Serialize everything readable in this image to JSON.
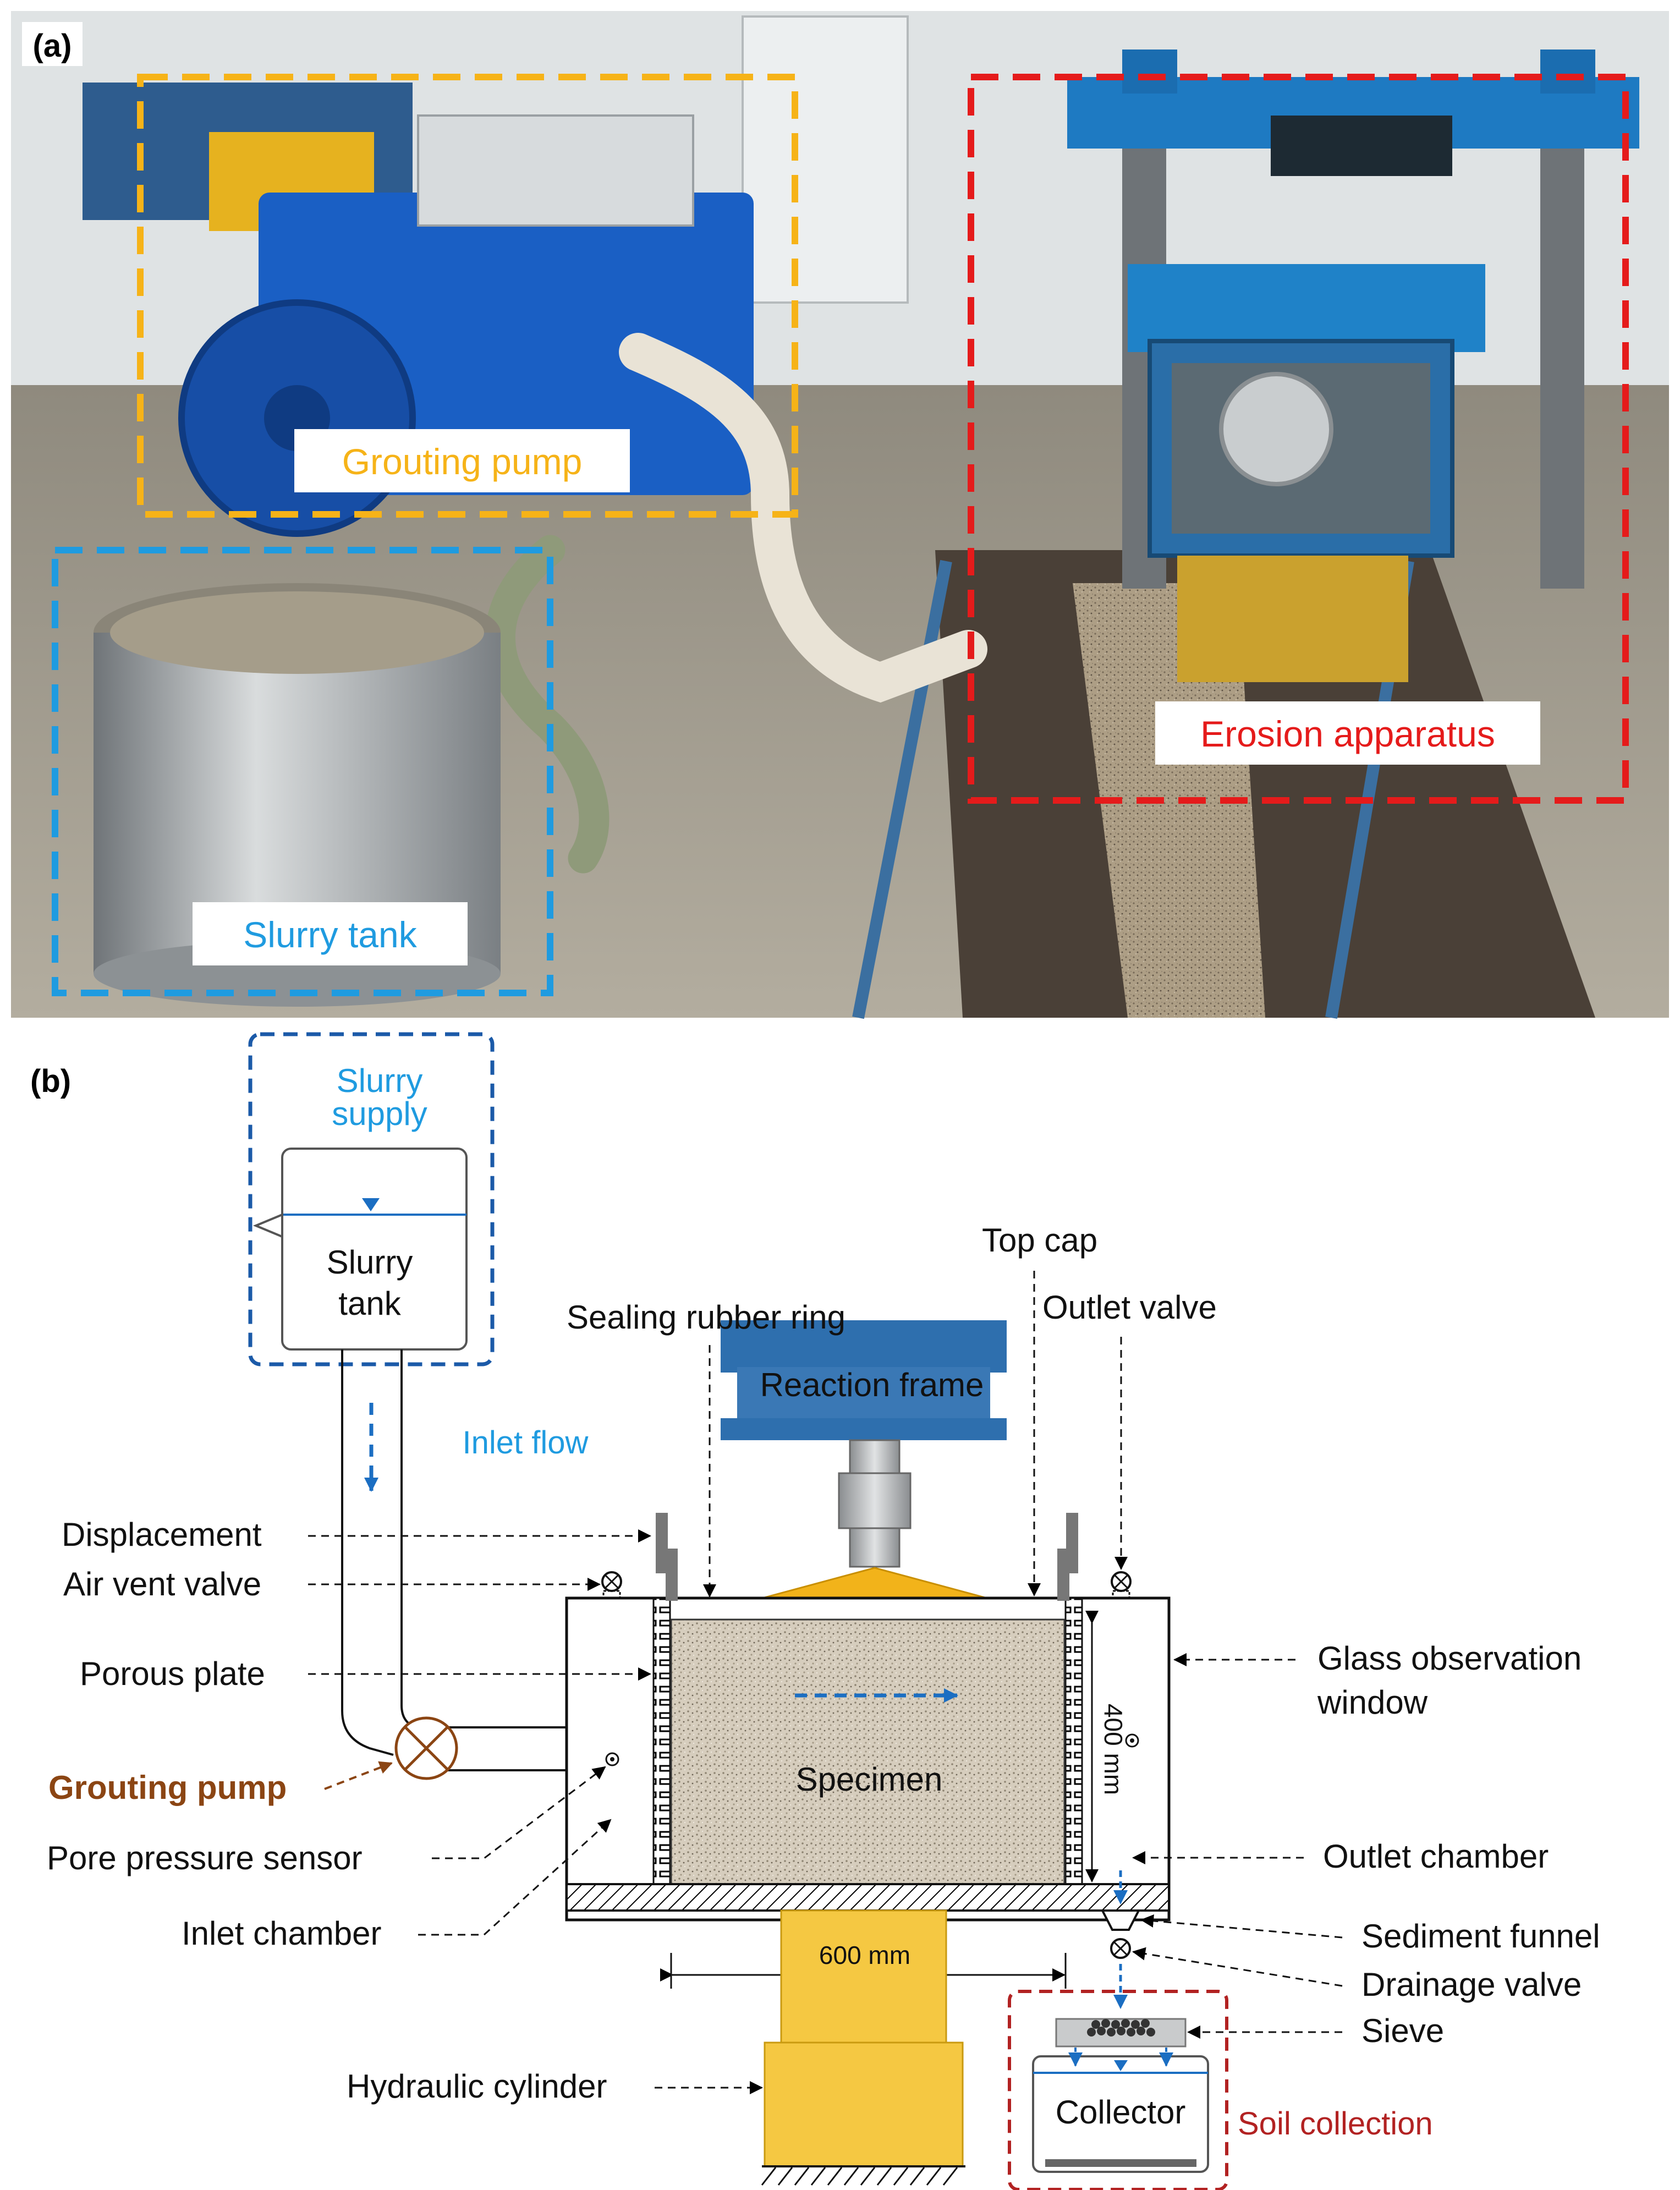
{
  "panel_a": {
    "label": "(a)",
    "annotations": {
      "grouting_pump": "Grouting pump",
      "slurry_tank": "Slurry tank",
      "erosion_apparatus": "Erosion apparatus"
    }
  },
  "panel_b": {
    "label": "(b)",
    "labels": {
      "slurry_supply_1": "Slurry",
      "slurry_supply_2": "supply",
      "slurry_tank_1": "Slurry",
      "slurry_tank_2": "tank",
      "inlet_flow": "Inlet flow",
      "reaction_frame": "Reaction frame",
      "top_cap": "Top cap",
      "sealing_ring": "Sealing rubber ring",
      "outlet_valve": "Outlet valve",
      "displacement": "Displacement",
      "air_vent_valve": "Air vent valve",
      "porous_plate": "Porous plate",
      "grouting_pump": "Grouting pump",
      "pore_pressure_sensor": "Pore pressure sensor",
      "inlet_chamber": "Inlet chamber",
      "specimen": "Specimen",
      "height_dim": "400 mm",
      "width_dim": "600 mm",
      "glass_window_1": "Glass observation",
      "glass_window_2": "window",
      "outlet_chamber": "Outlet chamber",
      "sediment_funnel": "Sediment funnel",
      "drainage_valve": "Drainage valve",
      "sieve": "Sieve",
      "collector": "Collector",
      "soil_collection": "Soil collection",
      "hydraulic_cylinder": "Hydraulic cylinder"
    }
  },
  "colors": {
    "grouting_pump_box": "#f6b318",
    "slurry_tank_box": "#1f9be0",
    "erosion_box": "#e51b1b",
    "flow_blue": "#1b6ec2",
    "pump_label_brown": "#8b4513",
    "soil_red": "#b22222",
    "cylinder_yellow": "#f5c842",
    "cap_green": "#6ab04c",
    "frame_blue": "#3a78b5"
  }
}
